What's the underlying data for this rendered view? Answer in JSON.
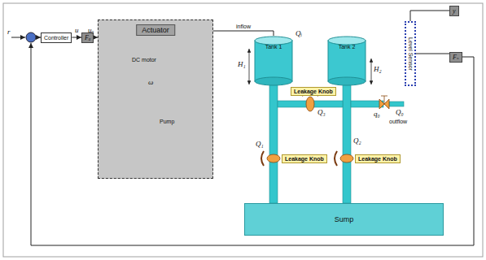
{
  "diagram": {
    "nodes": [
      {
        "text": [
          "Controller"
        ]
      },
      {
        "text": [
          "Fₐ"
        ]
      },
      {
        "text": [
          "Actuator"
        ]
      },
      {
        "text": [
          "Tank 1"
        ]
      },
      {
        "text": [
          "Leakage Knob"
        ]
      },
      {
        "text": [
          "Tank 2"
        ]
      },
      {
        "text": [
          "Level Sensor"
        ]
      },
      {
        "text": [
          "y"
        ]
      },
      {
        "text": [
          "Fₛ"
        ]
      },
      {
        "text": [
          "Leakage Knob"
        ]
      },
      {
        "text": [
          "Leakage Knob"
        ]
      },
      {
        "text": [
          "Sump"
        ]
      }
    ],
    "edges": [
      {
        "from": 0,
        "to": 1,
        "arrow": "to"
      },
      {
        "from": 1,
        "to": 2,
        "arrow": "to"
      },
      {
        "from": 2,
        "to": 3,
        "label": "inflow",
        "arrow": "none"
      },
      {
        "from": 6,
        "to": 7,
        "arrow": "none"
      },
      {
        "from": 6,
        "to": 8,
        "arrow": "none"
      }
    ],
    "labels": [
      "r",
      "u",
      "uₐ",
      "DC motor",
      "ω",
      "Pump",
      "Qᵢ",
      "H₁",
      "Q₃",
      "H₂",
      "q₀",
      "Q₀",
      "outflow",
      "Q₁",
      "Q₂"
    ]
  }
}
